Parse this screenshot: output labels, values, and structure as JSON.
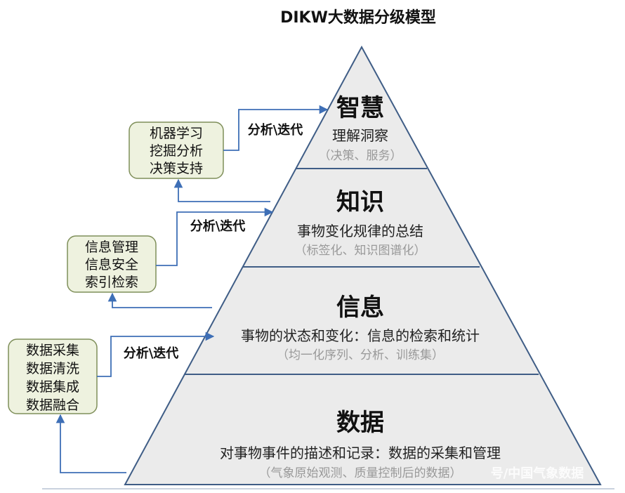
{
  "title": "DIKW大数据分级模型",
  "levels": {
    "wisdom": {
      "title": "智慧",
      "desc": "理解洞察",
      "sub": "（决策、服务）"
    },
    "knowledge": {
      "title": "知识",
      "desc": "事物变化规律的总结",
      "sub": "（标签化、知识图谱化）"
    },
    "information": {
      "title": "信息",
      "desc": "事物的状态和变化：信息的检索和统计",
      "sub": "（均一化序列、分析、训练集）"
    },
    "data": {
      "title": "数据",
      "desc": "对事物事件的描述和记录：数据的采集和管理",
      "sub": "（气象原始观测、质量控制后的数据）"
    }
  },
  "boxes": {
    "top": [
      "机器学习",
      "挖掘分析",
      "决策支持"
    ],
    "middle": [
      "信息管理",
      "信息安全",
      "索引检索"
    ],
    "bottom": [
      "数据采集",
      "数据清洗",
      "数据集成",
      "数据融合"
    ]
  },
  "arrow_label": "分析\\迭代",
  "watermark": "号/中国气象数据",
  "colors": {
    "pyramid_fill": "#ebebeb",
    "pyramid_stroke": "#3f5d86",
    "box_fill": "#eef2df",
    "box_stroke": "#7f8f5a",
    "arrow": "#3e6fb6"
  }
}
